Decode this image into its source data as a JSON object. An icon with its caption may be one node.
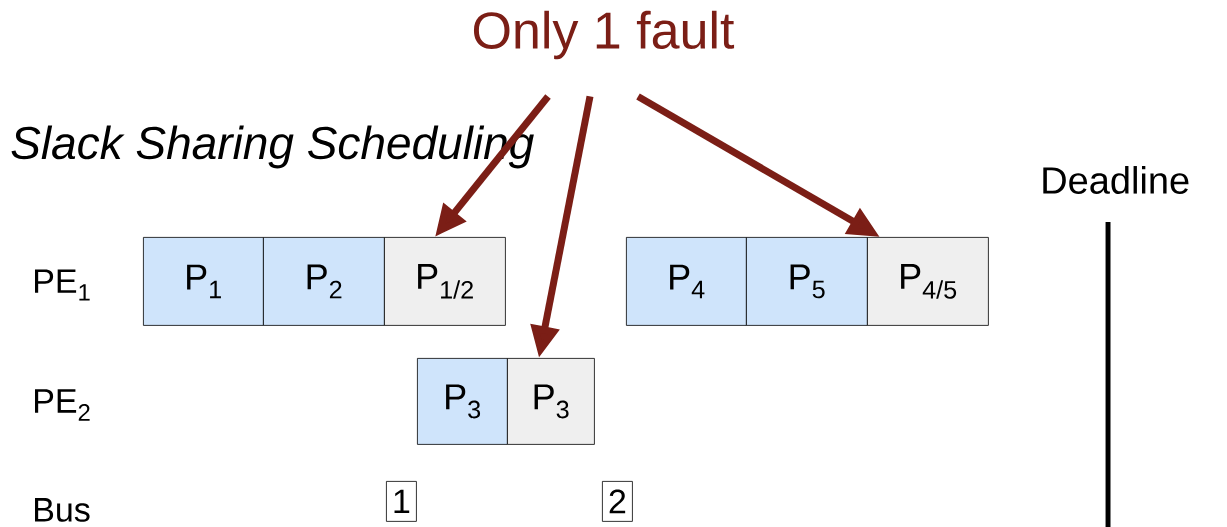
{
  "diagram": {
    "title": "Slack Sharing Scheduling",
    "nodes": [
      {
        "text": [
          "Only 1 fault"
        ]
      },
      {
        "text": [
          "P$_{1}$"
        ]
      },
      {
        "text": [
          "P$_{2}$"
        ]
      },
      {
        "text": [
          "P$_{1/2}$"
        ]
      },
      {
        "text": [
          "P$_{4}$"
        ]
      },
      {
        "text": [
          "P$_{5}$"
        ]
      },
      {
        "text": [
          "P$_{4/5}$"
        ]
      },
      {
        "text": [
          "P$_{3}$"
        ]
      },
      {
        "text": [
          "P$_{3}$"
        ]
      },
      {
        "text": [
          "1"
        ]
      },
      {
        "text": [
          "2"
        ]
      }
    ],
    "edges": [
      {
        "from": 0,
        "to": 3,
        "arrow": "to"
      },
      {
        "from": 0,
        "to": 8,
        "arrow": "to"
      },
      {
        "from": 0,
        "to": 6,
        "arrow": "to"
      }
    ],
    "labels": [
      "Deadline",
      "PE$_{1}$",
      "PE$_{2}$",
      "Bus"
    ]
  }
}
